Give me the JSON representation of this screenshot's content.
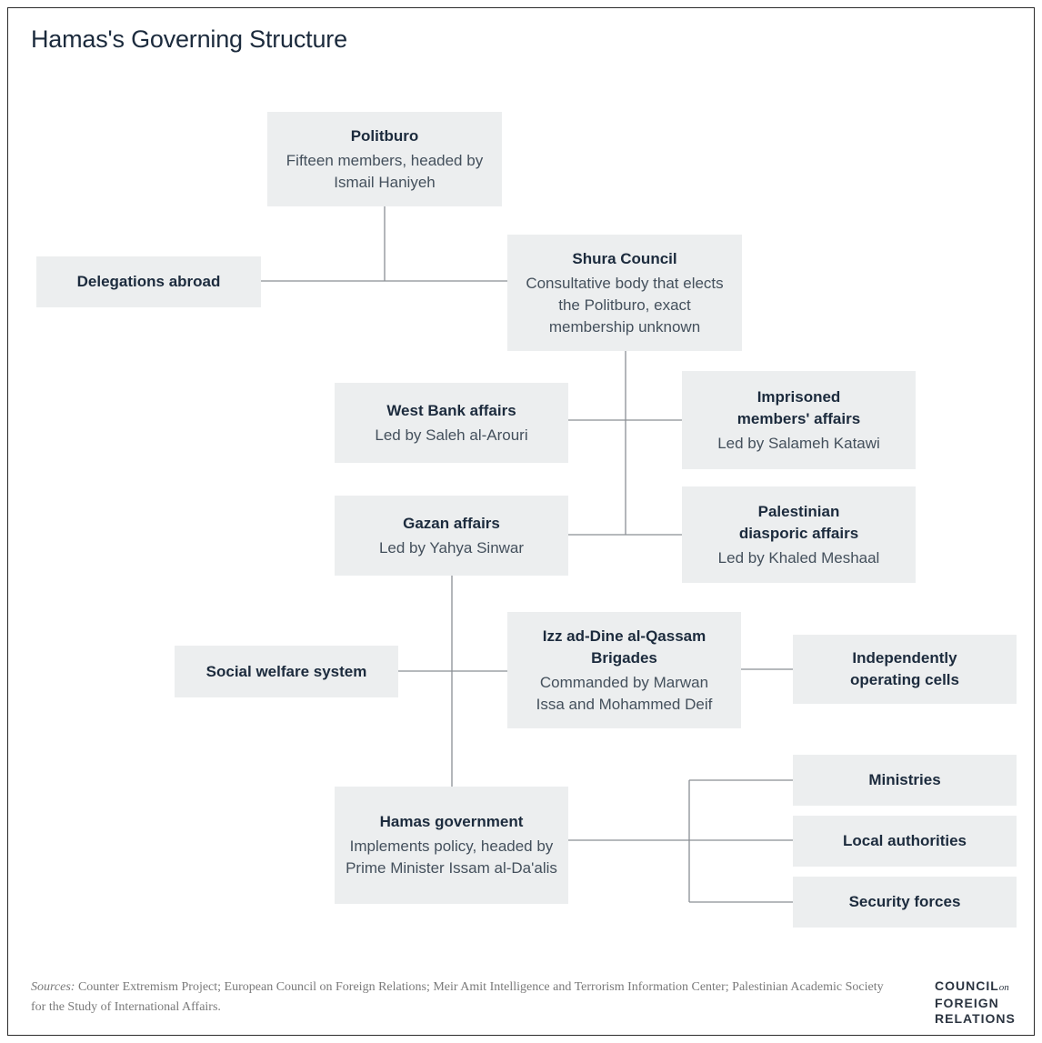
{
  "title": "Hamas's Governing Structure",
  "nodes": {
    "politburo": {
      "name": "Politburo",
      "desc": "Fifteen members, headed by Ismail Haniyeh"
    },
    "delegations": {
      "name": "Delegations abroad"
    },
    "shura": {
      "name": "Shura Council",
      "desc": "Consultative body that elects the Politburo, exact membership unknown"
    },
    "westbank": {
      "name": "West Bank affairs",
      "desc": "Led by Saleh al-Arouri"
    },
    "imprisoned": {
      "name": "Imprisoned members' affairs",
      "desc": "Led by Salameh Katawi"
    },
    "gazan": {
      "name": "Gazan affairs",
      "desc": "Led by Yahya Sinwar"
    },
    "diaspora": {
      "name": "Palestinian diasporic affairs",
      "desc": "Led by Khaled Meshaal"
    },
    "welfare": {
      "name": "Social welfare system"
    },
    "qassam": {
      "name": "Izz ad-Dine al-Qassam Brigades",
      "desc": "Commanded by Marwan Issa and Mohammed Deif"
    },
    "cells": {
      "name": "Independently operating cells"
    },
    "government": {
      "name": "Hamas government",
      "desc": "Implements policy, headed by Prime Minister Issam al-Da'alis"
    },
    "ministries": {
      "name": "Ministries"
    },
    "local": {
      "name": "Local authorities"
    },
    "security": {
      "name": "Security forces"
    }
  },
  "sources": {
    "label": "Sources:",
    "text": "Counter Extremism Project; European Council on Foreign Relations; Meir Amit Intelligence and Terrorism Information Center; Palestinian Academic Society for the Study of International Affairs."
  },
  "logo": {
    "line1": "COUNCIL",
    "on": "on",
    "line2": "FOREIGN",
    "line3": "RELATIONS"
  },
  "colors": {
    "box": "#eceeef",
    "line": "#8a8f94",
    "text": "#1c2b3d"
  }
}
